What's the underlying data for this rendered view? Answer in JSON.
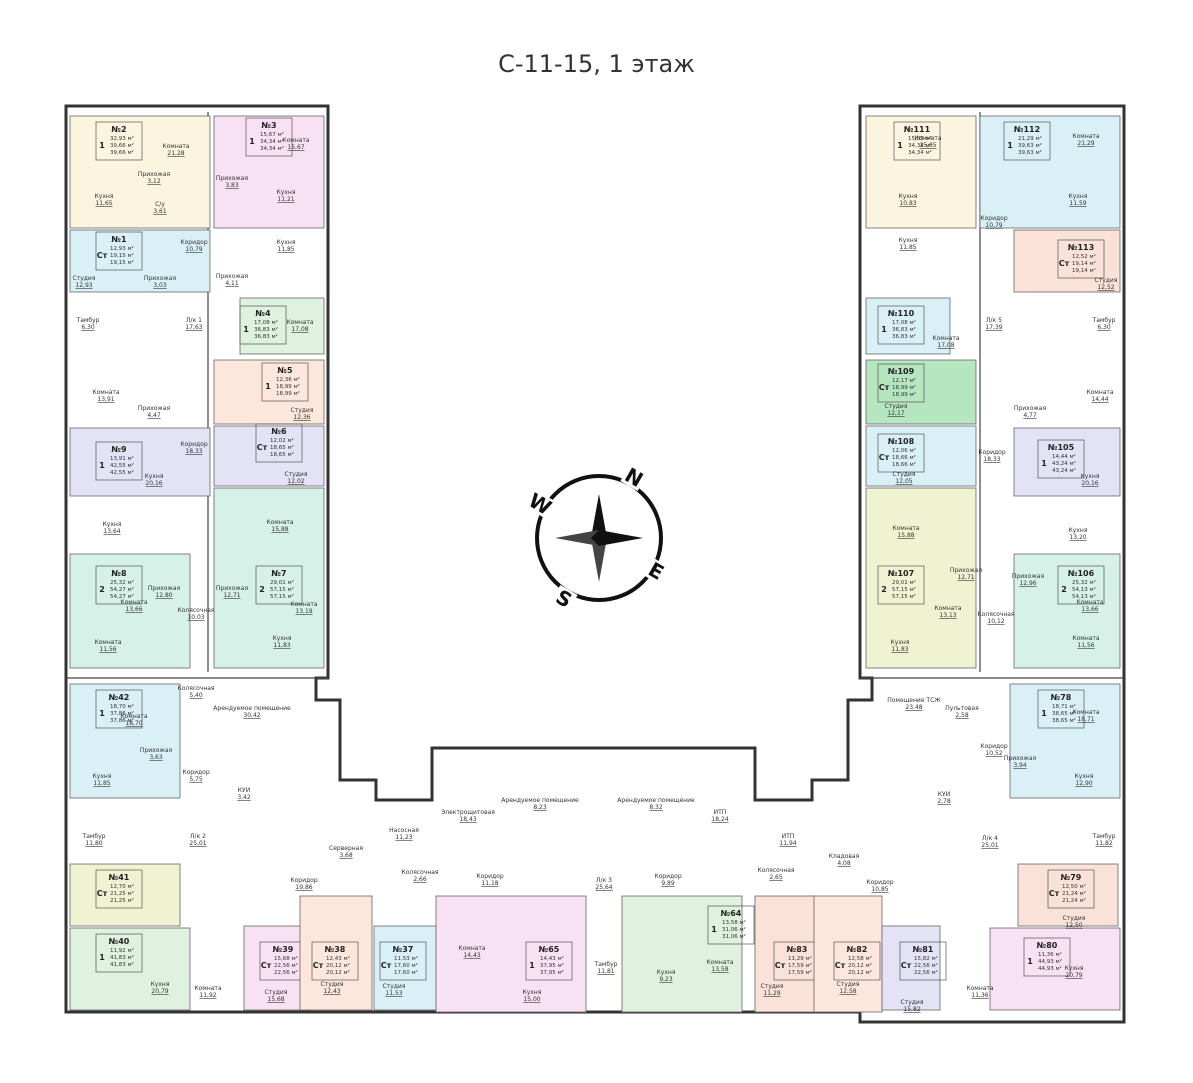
{
  "title": "С-11-15, 1 этаж",
  "compass": {
    "n": "N",
    "e": "E",
    "s": "S",
    "w": "W"
  },
  "colors": {
    "yellow": "#fbf4df",
    "pink": "#f7e1f3",
    "cyan": "#d9f0f7",
    "green": "#dff2df",
    "orange": "#fde7dc",
    "purple": "#e4e2f5",
    "olive": "#f0f3d2",
    "mint": "#d5f1e8",
    "brightgreen": "#b6e6bf",
    "peach": "#fbe2d8"
  },
  "units": [
    {
      "id": "u2",
      "no": "№2",
      "rooms": "1",
      "areas": [
        "32,93 м²",
        "39,66 м²",
        "39,66 м²"
      ],
      "color": "yellow"
    },
    {
      "id": "u3",
      "no": "№3",
      "rooms": "1",
      "areas": [
        "15,67 м²",
        "34,34 м²",
        "34,34 м²"
      ],
      "color": "pink"
    },
    {
      "id": "u1",
      "no": "№1",
      "rooms": "Ст",
      "areas": [
        "12,93 м²",
        "19,15 м²",
        "19,15 м²"
      ],
      "color": "cyan"
    },
    {
      "id": "u4",
      "no": "№4",
      "rooms": "1",
      "areas": [
        "17,08 м²",
        "36,83 м²",
        "36,83 м²"
      ],
      "color": "green"
    },
    {
      "id": "u5",
      "no": "№5",
      "rooms": "1",
      "areas": [
        "12,36 м²",
        "18,99 м²",
        "18,99 м²"
      ],
      "color": "orange"
    },
    {
      "id": "u9",
      "no": "№9",
      "rooms": "1",
      "areas": [
        "13,91 м²",
        "42,55 м²",
        "42,55 м²"
      ],
      "color": "purple"
    },
    {
      "id": "u6",
      "no": "№6",
      "rooms": "Ст",
      "areas": [
        "12,02 м²",
        "18,65 м²",
        "18,65 м²"
      ],
      "color": "purple"
    },
    {
      "id": "u8",
      "no": "№8",
      "rooms": "2",
      "areas": [
        "25,32 м²",
        "54,27 м²",
        "54,27 м²"
      ],
      "color": "mint"
    },
    {
      "id": "u7",
      "no": "№7",
      "rooms": "2",
      "areas": [
        "29,01 м²",
        "57,15 м²",
        "57,15 м²"
      ],
      "color": "mint"
    },
    {
      "id": "u42",
      "no": "№42",
      "rooms": "1",
      "areas": [
        "18,70 м²",
        "37,86 м²",
        "37,86 м²"
      ],
      "color": "cyan"
    },
    {
      "id": "u41",
      "no": "№41",
      "rooms": "Ст",
      "areas": [
        "12,70 м²",
        "21,25 м²",
        "21,25 м²"
      ],
      "color": "olive"
    },
    {
      "id": "u40",
      "no": "№40",
      "rooms": "1",
      "areas": [
        "11,92 м²",
        "41,83 м²",
        "41,83 м²"
      ],
      "color": "green"
    },
    {
      "id": "u39",
      "no": "№39",
      "rooms": "Ст",
      "areas": [
        "15,68 м²",
        "22,56 м²",
        "22,56 м²"
      ],
      "color": "pink"
    },
    {
      "id": "u38",
      "no": "№38",
      "rooms": "Ст",
      "areas": [
        "12,43 м²",
        "20,12 м²",
        "20,12 м²"
      ],
      "color": "orange"
    },
    {
      "id": "u37",
      "no": "№37",
      "rooms": "Ст",
      "areas": [
        "11,53 м²",
        "17,60 м²",
        "17,60 м²"
      ],
      "color": "cyan"
    },
    {
      "id": "u65",
      "no": "№65",
      "rooms": "1",
      "areas": [
        "14,43 м²",
        "37,95 м²",
        "37,95 м²"
      ],
      "color": "pink"
    },
    {
      "id": "u64",
      "no": "№64",
      "rooms": "1",
      "areas": [
        "13,58 м²",
        "31,06 м²",
        "31,06 м²"
      ],
      "color": "green"
    },
    {
      "id": "u83",
      "no": "№83",
      "rooms": "Ст",
      "areas": [
        "11,29 м²",
        "17,59 м²",
        "17,59 м²"
      ],
      "color": "peach"
    },
    {
      "id": "u82",
      "no": "№82",
      "rooms": "Ст",
      "areas": [
        "12,58 м²",
        "20,12 м²",
        "20,12 м²"
      ],
      "color": "orange"
    },
    {
      "id": "u81",
      "no": "№81",
      "rooms": "Ст",
      "areas": [
        "15,82 м²",
        "22,56 м²",
        "22,56 м²"
      ],
      "color": "purple"
    },
    {
      "id": "u80",
      "no": "№80",
      "rooms": "1",
      "areas": [
        "11,36 м²",
        "44,93 м²",
        "44,93 м²"
      ],
      "color": "pink"
    },
    {
      "id": "u79",
      "no": "№79",
      "rooms": "Ст",
      "areas": [
        "12,50 м²",
        "21,24 м²",
        "21,24 м²"
      ],
      "color": "peach"
    },
    {
      "id": "u78",
      "no": "№78",
      "rooms": "1",
      "areas": [
        "18,71 м²",
        "38,65 м²",
        "38,65 м²"
      ],
      "color": "cyan"
    },
    {
      "id": "u111",
      "no": "№111",
      "rooms": "1",
      "areas": [
        "15,65 м²",
        "34,34 м²",
        "34,34 м²"
      ],
      "color": "yellow"
    },
    {
      "id": "u112",
      "no": "№112",
      "rooms": "1",
      "areas": [
        "21,29 м²",
        "39,63 м²",
        "39,63 м²"
      ],
      "color": "cyan"
    },
    {
      "id": "u113",
      "no": "№113",
      "rooms": "Ст",
      "areas": [
        "12,52 м²",
        "19,14 м²",
        "19,14 м²"
      ],
      "color": "peach"
    },
    {
      "id": "u110",
      "no": "№110",
      "rooms": "1",
      "areas": [
        "17,08 м²",
        "36,83 м²",
        "36,83 м²"
      ],
      "color": "cyan"
    },
    {
      "id": "u109",
      "no": "№109",
      "rooms": "Ст",
      "areas": [
        "12,17 м²",
        "18,99 м²",
        "18,99 м²"
      ],
      "color": "brightgreen"
    },
    {
      "id": "u108",
      "no": "№108",
      "rooms": "Ст",
      "areas": [
        "12,06 м²",
        "18,66 м²",
        "18,66 м²"
      ],
      "color": "cyan"
    },
    {
      "id": "u105",
      "no": "№105",
      "rooms": "1",
      "areas": [
        "14,44 м²",
        "43,24 м²",
        "43,24 м²"
      ],
      "color": "purple"
    },
    {
      "id": "u107",
      "no": "№107",
      "rooms": "2",
      "areas": [
        "29,01 м²",
        "57,15 м²",
        "57,15 м²"
      ],
      "color": "olive"
    },
    {
      "id": "u106",
      "no": "№106",
      "rooms": "2",
      "areas": [
        "25,32 м²",
        "54,13 м²",
        "54,13 м²"
      ],
      "color": "mint"
    }
  ],
  "rooms": [
    {
      "id": "r1",
      "name": "Комната",
      "area": "21,28"
    },
    {
      "id": "r2",
      "name": "Кухня",
      "area": "11,65"
    },
    {
      "id": "r3",
      "name": "Прихожая",
      "area": "3,12"
    },
    {
      "id": "r4",
      "name": "С/у",
      "area": "3,61"
    },
    {
      "id": "r5",
      "name": "Студия",
      "area": "12,93"
    },
    {
      "id": "r6",
      "name": "Прихожая",
      "area": "3,03"
    },
    {
      "id": "r7",
      "name": "Коридор",
      "area": "10,79"
    },
    {
      "id": "r8",
      "name": "Комната",
      "area": "15,67"
    },
    {
      "id": "r9",
      "name": "Кухня",
      "area": "11,21"
    },
    {
      "id": "r10",
      "name": "Прихожая",
      "area": "3,83"
    },
    {
      "id": "r11",
      "name": "Кухня",
      "area": "11,85"
    },
    {
      "id": "r12",
      "name": "Прихожая",
      "area": "4,11"
    },
    {
      "id": "r13",
      "name": "Тамбур",
      "area": "6,30"
    },
    {
      "id": "r14",
      "name": "Л/к 1",
      "area": "17,63"
    },
    {
      "id": "r15",
      "name": "Комната",
      "area": "17,08"
    },
    {
      "id": "r16",
      "name": "Комната",
      "area": "13,91"
    },
    {
      "id": "r17",
      "name": "Прихожая",
      "area": "4,47"
    },
    {
      "id": "r18",
      "name": "Студия",
      "area": "12,36"
    },
    {
      "id": "r19",
      "name": "Коридор",
      "area": "18,33"
    },
    {
      "id": "r20",
      "name": "Кухня",
      "area": "20,16"
    },
    {
      "id": "r21",
      "name": "Студия",
      "area": "12,02"
    },
    {
      "id": "r22",
      "name": "Кухня",
      "area": "13,64"
    },
    {
      "id": "r23",
      "name": "Комната",
      "area": "15,88"
    },
    {
      "id": "r24",
      "name": "Прихожая",
      "area": "12,80"
    },
    {
      "id": "r25",
      "name": "Комната",
      "area": "13,66"
    },
    {
      "id": "r26",
      "name": "Колясочная",
      "area": "10,03"
    },
    {
      "id": "r27",
      "name": "Прихожая",
      "area": "12,71"
    },
    {
      "id": "r28",
      "name": "Комната",
      "area": "13,19"
    },
    {
      "id": "r29",
      "name": "Комната",
      "area": "11,56"
    },
    {
      "id": "r30",
      "name": "Кухня",
      "area": "11,83"
    },
    {
      "id": "r31",
      "name": "Колясочная",
      "area": "5,40"
    },
    {
      "id": "r32",
      "name": "Арендуемое помещение",
      "area": "30,42"
    },
    {
      "id": "r33",
      "name": "Комната",
      "area": "18,70"
    },
    {
      "id": "r34",
      "name": "Прихожая",
      "area": "3,63"
    },
    {
      "id": "r35",
      "name": "Кухня",
      "area": "11,85"
    },
    {
      "id": "r36",
      "name": "Коридор",
      "area": "5,75"
    },
    {
      "id": "r37",
      "name": "КУИ",
      "area": "3,42"
    },
    {
      "id": "r38",
      "name": "Тамбур",
      "area": "11,80"
    },
    {
      "id": "r39",
      "name": "Л/к 2",
      "area": "25,01"
    },
    {
      "id": "r40",
      "name": "Насосная",
      "area": "11,23"
    },
    {
      "id": "r41",
      "name": "Электрощитовая",
      "area": "18,43"
    },
    {
      "id": "r42",
      "name": "Арендуемое помещение",
      "area": "8,23"
    },
    {
      "id": "r43",
      "name": "Арендуемое помещение",
      "area": "8,32"
    },
    {
      "id": "r44",
      "name": "ИТП",
      "area": "18,24"
    },
    {
      "id": "r45",
      "name": "ИТП",
      "area": "11,94"
    },
    {
      "id": "r46",
      "name": "Серверная",
      "area": "3,68"
    },
    {
      "id": "r47",
      "name": "Коридор",
      "area": "19,86"
    },
    {
      "id": "r48",
      "name": "Колясочная",
      "area": "2,66"
    },
    {
      "id": "r49",
      "name": "Коридор",
      "area": "11,18"
    },
    {
      "id": "r50",
      "name": "Л/к 3",
      "area": "25,64"
    },
    {
      "id": "r51",
      "name": "Коридор",
      "area": "9,89"
    },
    {
      "id": "r52",
      "name": "Колясочная",
      "area": "2,65"
    },
    {
      "id": "r53",
      "name": "Кладовая",
      "area": "4,08"
    },
    {
      "id": "r54",
      "name": "Коридор",
      "area": "10,85"
    },
    {
      "id": "r55",
      "name": "Тамбур",
      "area": "11,81"
    },
    {
      "id": "r56",
      "name": "Кухня",
      "area": "20,79"
    },
    {
      "id": "r57",
      "name": "Комната",
      "area": "11,92"
    },
    {
      "id": "r58",
      "name": "Студия",
      "area": "15,68"
    },
    {
      "id": "r59",
      "name": "Студия",
      "area": "12,43"
    },
    {
      "id": "r60",
      "name": "Студия",
      "area": "11,53"
    },
    {
      "id": "r61",
      "name": "Комната",
      "area": "14,43"
    },
    {
      "id": "r62",
      "name": "Кухня",
      "area": "15,00"
    },
    {
      "id": "r63",
      "name": "Кухня",
      "area": "9,23"
    },
    {
      "id": "r64",
      "name": "Комната",
      "area": "13,58"
    },
    {
      "id": "r65",
      "name": "Студия",
      "area": "11,29"
    },
    {
      "id": "r66",
      "name": "Студия",
      "area": "12,58"
    },
    {
      "id": "r67",
      "name": "Студия",
      "area": "15,82"
    },
    {
      "id": "r68",
      "name": "Комната",
      "area": "11,36"
    },
    {
      "id": "r69",
      "name": "Кухня",
      "area": "20,79"
    },
    {
      "id": "r70",
      "name": "Студия",
      "area": "12,50"
    },
    {
      "id": "r71",
      "name": "Тамбур",
      "area": "11,82"
    },
    {
      "id": "r72",
      "name": "Л/к 4",
      "area": "25,01"
    },
    {
      "id": "r73",
      "name": "Помещение ТСЖ",
      "area": "23,48"
    },
    {
      "id": "r74",
      "name": "Пультовая",
      "area": "2,58"
    },
    {
      "id": "r75",
      "name": "Коридор",
      "area": "10,52"
    },
    {
      "id": "r76",
      "name": "Комната",
      "area": "18,71"
    },
    {
      "id": "r77",
      "name": "Кухня",
      "area": "12,90"
    },
    {
      "id": "r78",
      "name": "Прихожая",
      "area": "3,94"
    },
    {
      "id": "r79",
      "name": "КУИ",
      "area": "2,78"
    },
    {
      "id": "r80",
      "name": "Комната",
      "area": "15,65"
    },
    {
      "id": "r81",
      "name": "Кухня",
      "area": "10,83"
    },
    {
      "id": "r82",
      "name": "Комната",
      "area": "21,29"
    },
    {
      "id": "r83",
      "name": "Кухня",
      "area": "11,59"
    },
    {
      "id": "r84",
      "name": "Коридор",
      "area": "10,79"
    },
    {
      "id": "r85",
      "name": "Кухня",
      "area": "11,85"
    },
    {
      "id": "r86",
      "name": "Студия",
      "area": "12,52"
    },
    {
      "id": "r87",
      "name": "Тамбур",
      "area": "6,30"
    },
    {
      "id": "r88",
      "name": "Л/к 5",
      "area": "17,39"
    },
    {
      "id": "r89",
      "name": "Комната",
      "area": "17,08"
    },
    {
      "id": "r90",
      "name": "Комната",
      "area": "14,44"
    },
    {
      "id": "r91",
      "name": "Прихожая",
      "area": "4,77"
    },
    {
      "id": "r92",
      "name": "Студия",
      "area": "12,17"
    },
    {
      "id": "r93",
      "name": "Коридор",
      "area": "18,33"
    },
    {
      "id": "r94",
      "name": "Кухня",
      "area": "20,16"
    },
    {
      "id": "r95",
      "name": "Студия",
      "area": "12,05"
    },
    {
      "id": "r96",
      "name": "Комната",
      "area": "15,88"
    },
    {
      "id": "r97",
      "name": "Кухня",
      "area": "13,20"
    },
    {
      "id": "r98",
      "name": "Прихожая",
      "area": "12,71"
    },
    {
      "id": "r99",
      "name": "Прихожая",
      "area": "12,96"
    },
    {
      "id": "r100",
      "name": "Комната",
      "area": "13,13"
    },
    {
      "id": "r101",
      "name": "Колясочная",
      "area": "10,12"
    },
    {
      "id": "r102",
      "name": "Комната",
      "area": "13,66"
    },
    {
      "id": "r103",
      "name": "Кухня",
      "area": "11,83"
    },
    {
      "id": "r104",
      "name": "Комната",
      "area": "11,56"
    }
  ]
}
